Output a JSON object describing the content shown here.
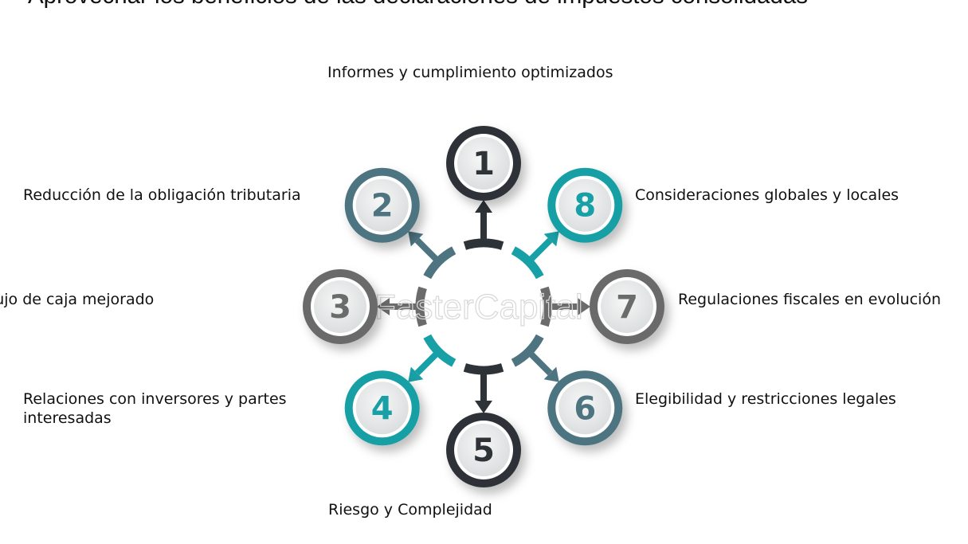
{
  "title": "Aprovechar los beneficios de las declaraciones de impuestos consolidadas",
  "watermark": "FasterCapital",
  "colors": {
    "dark": "#2d3337",
    "steel": "#4e7481",
    "gray": "#6b6b6b",
    "teal": "#17a0a5"
  },
  "steps": [
    {
      "number": "1",
      "label": "Informes y cumplimiento optimizados",
      "color": "dark"
    },
    {
      "number": "2",
      "label": "Reducción de la obligación tributaria",
      "color": "steel"
    },
    {
      "number": "3",
      "label": "Flujo de caja mejorado",
      "color": "gray"
    },
    {
      "number": "4",
      "label": "Relaciones con inversores y partes interesadas",
      "color": "teal"
    },
    {
      "number": "5",
      "label": "Riesgo y Complejidad",
      "color": "dark"
    },
    {
      "number": "6",
      "label": "Elegibilidad y restricciones legales",
      "color": "steel"
    },
    {
      "number": "7",
      "label": "Regulaciones fiscales en evolución",
      "color": "gray"
    },
    {
      "number": "8",
      "label": "Consideraciones globales y locales",
      "color": "teal"
    }
  ]
}
